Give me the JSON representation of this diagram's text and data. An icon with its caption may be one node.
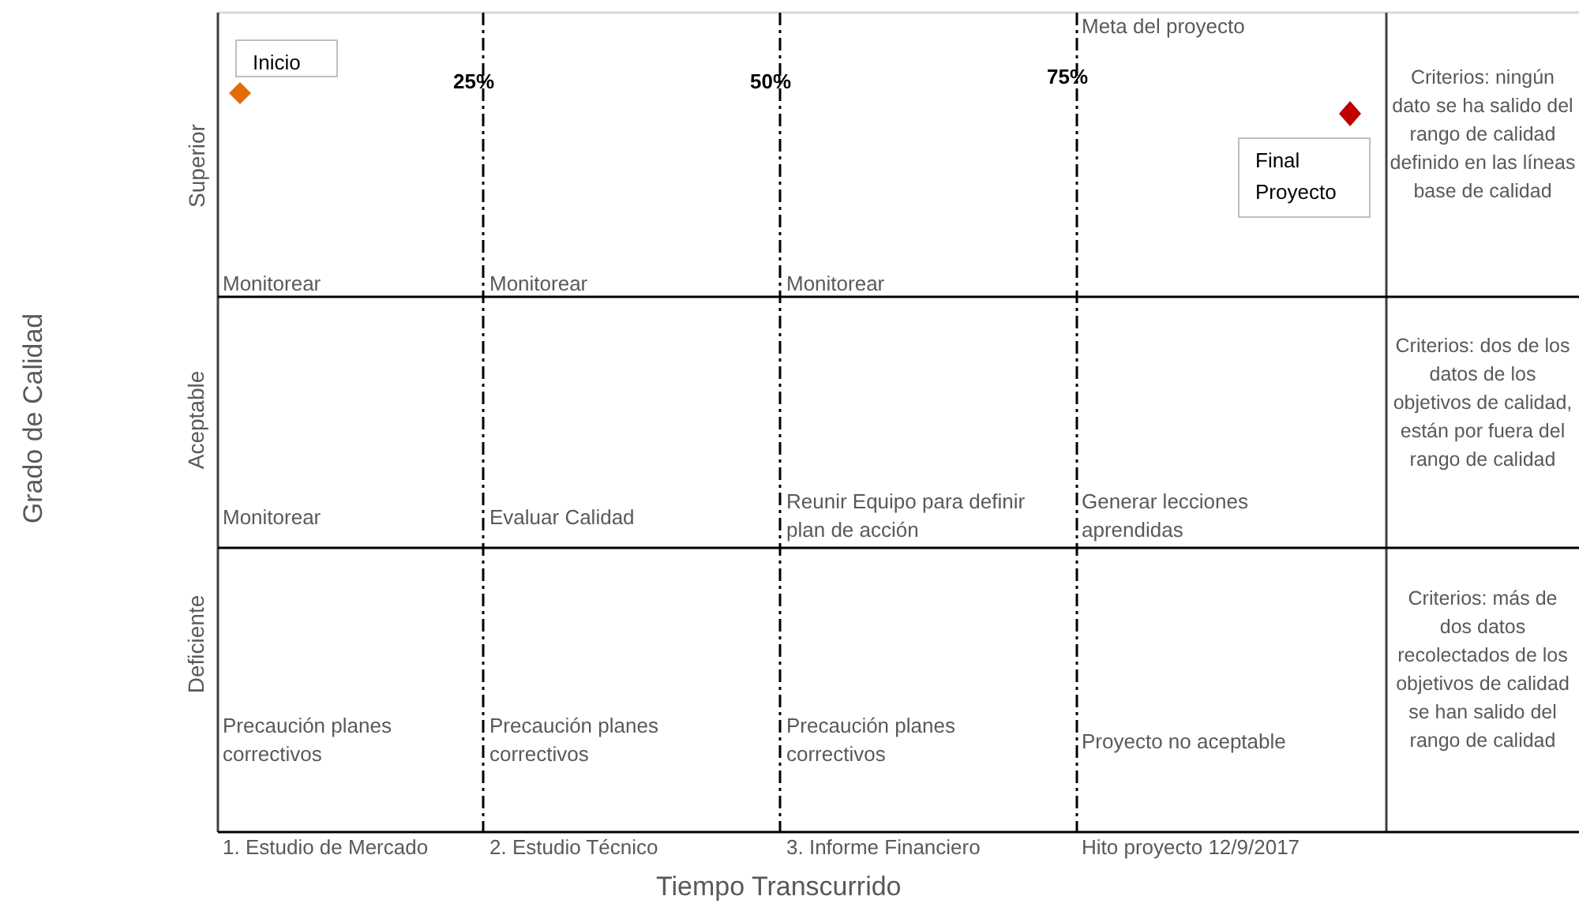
{
  "diagram": {
    "nodes": [
      {
        "text": [
          "Inicio"
        ]
      },
      {
        "text": [
          "Final Proyecto"
        ]
      }
    ],
    "labels": [
      "Meta del proyecto",
      "25%",
      "50%",
      "75%",
      "Criterios: ningún dato se ha salido del rango de calidad definido en las líneas base de calidad",
      "Superior",
      "Monitorear",
      "Monitorear",
      "Monitorear",
      "Grado de Calidad",
      "Aceptable",
      "Criterios: dos de los datos de los objetivos de calidad, están por fuera del rango de calidad",
      "Monitorear",
      "Evaluar Calidad",
      "Reunir Equipo para definir plan de acción",
      "Generar lecciones aprendidas",
      "Deficiente",
      "Criterios: más de dos datos recolectados de los objetivos de calidad se han salido del rango de calidad",
      "Precaución planes correctivos",
      "Precaución planes correctivos",
      "Precaución planes correctivos",
      "Proyecto no aceptable",
      "1. Estudio de Mercado",
      "2. Estudio Técnico",
      "3. Informe Financiero",
      "Hito proyecto 12/9/2017",
      "Tiempo Transcurrido"
    ]
  }
}
